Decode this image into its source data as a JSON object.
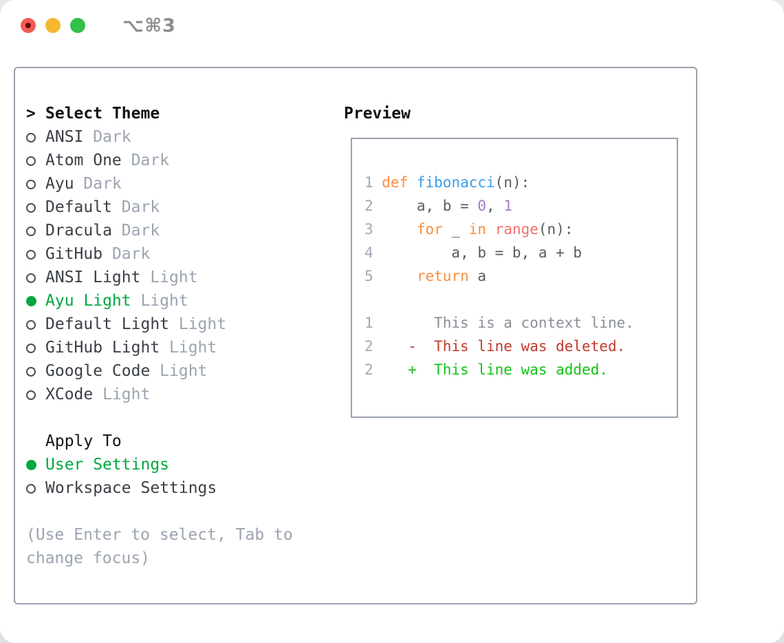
{
  "window": {
    "title": "⌥⌘3"
  },
  "titlebar": {
    "buttons": [
      {
        "name": "close",
        "color": "#f25c54"
      },
      {
        "name": "minimize",
        "color": "#f5b82e"
      },
      {
        "name": "zoom",
        "color": "#33c048"
      }
    ]
  },
  "theme_picker": {
    "header": {
      "prompt": ">",
      "label": "Select Theme"
    },
    "items": [
      {
        "name": "ANSI",
        "tag": "Dark",
        "selected": false
      },
      {
        "name": "Atom One",
        "tag": "Dark",
        "selected": false
      },
      {
        "name": "Ayu",
        "tag": "Dark",
        "selected": false
      },
      {
        "name": "Default",
        "tag": "Dark",
        "selected": false
      },
      {
        "name": "Dracula",
        "tag": "Dark",
        "selected": false
      },
      {
        "name": "GitHub",
        "tag": "Dark",
        "selected": false
      },
      {
        "name": "ANSI Light",
        "tag": "Light",
        "selected": false
      },
      {
        "name": "Ayu Light",
        "tag": "Light",
        "selected": true
      },
      {
        "name": "Default Light",
        "tag": "Light",
        "selected": false
      },
      {
        "name": "GitHub Light",
        "tag": "Light",
        "selected": false
      },
      {
        "name": "Google Code",
        "tag": "Light",
        "selected": false
      },
      {
        "name": "XCode",
        "tag": "Light",
        "selected": false
      }
    ],
    "apply_to": {
      "label": "Apply To",
      "options": [
        {
          "name": "User Settings",
          "selected": true
        },
        {
          "name": "Workspace Settings",
          "selected": false
        }
      ]
    },
    "hint": "(Use Enter to select, Tab to change focus)"
  },
  "preview": {
    "label": "Preview",
    "code_lines": [
      {
        "num": "1",
        "tokens": [
          [
            "kw",
            "def"
          ],
          [
            "plain",
            " "
          ],
          [
            "fn",
            "fibonacci"
          ],
          [
            "plain",
            "(n):"
          ]
        ]
      },
      {
        "num": "2",
        "tokens": [
          [
            "plain",
            "    a, b = "
          ],
          [
            "num",
            "0"
          ],
          [
            "plain",
            ", "
          ],
          [
            "num",
            "1"
          ]
        ]
      },
      {
        "num": "3",
        "tokens": [
          [
            "plain",
            "    "
          ],
          [
            "kw",
            "for"
          ],
          [
            "plain",
            " _ "
          ],
          [
            "kw",
            "in"
          ],
          [
            "plain",
            " "
          ],
          [
            "call",
            "range"
          ],
          [
            "plain",
            "(n):"
          ]
        ]
      },
      {
        "num": "4",
        "tokens": [
          [
            "plain",
            "        a, b = b, a + b"
          ]
        ]
      },
      {
        "num": "5",
        "tokens": [
          [
            "plain",
            "    "
          ],
          [
            "kw",
            "return"
          ],
          [
            "plain",
            " a"
          ]
        ]
      }
    ],
    "diff_lines": [
      {
        "num": "1",
        "marker": "",
        "kind": "ctx",
        "text": "This is a context line."
      },
      {
        "num": "2",
        "marker": "-",
        "kind": "del",
        "text": "This line was deleted."
      },
      {
        "num": "2",
        "marker": "+",
        "kind": "add",
        "text": "This line was added."
      }
    ]
  },
  "colors": {
    "border": "#99a1ad",
    "header-text": "#111317",
    "item-text": "#3a3f46",
    "muted": "#9ba4b0",
    "ring": "#4b5058",
    "sel-green": "#00a83f",
    "linenum": "#9fa9b5",
    "kw": "#fa8d3e",
    "fn": "#399ee6",
    "call": "#f07171",
    "num": "#a37acc",
    "plain": "#565b61",
    "ctx": "#8a8f96",
    "del": "#c3392b",
    "add": "#14c114",
    "tl-red": "#f25c54",
    "tl-red-dot": "#640c06",
    "tl-yellow": "#f5b82e",
    "tl-green": "#33c048"
  }
}
